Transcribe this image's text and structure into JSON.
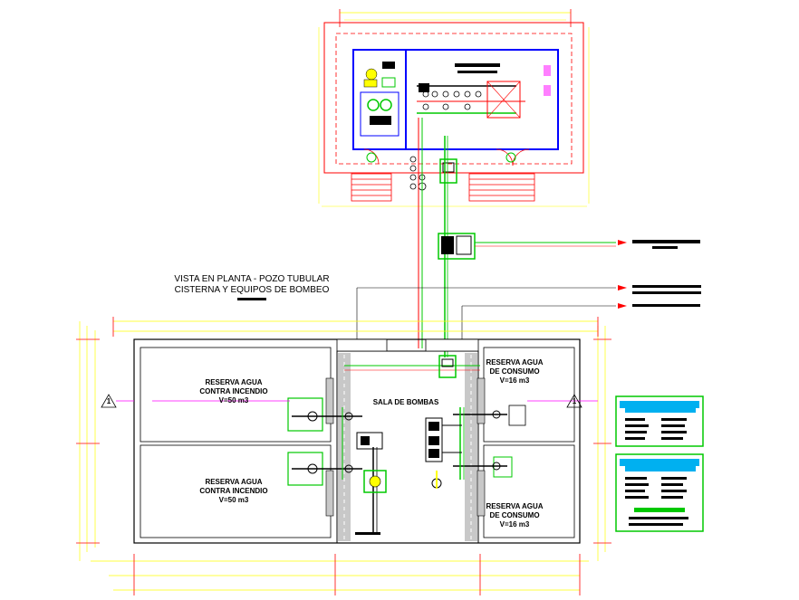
{
  "plan_title_line1": "VISTA EN PLANTA - POZO TUBULAR",
  "plan_title_line2": "CISTERNA Y EQUIPOS DE BOMBEO",
  "rooms": {
    "fire_reserve_top": [
      "RESERVA AGUA",
      "CONTRA INCENDIO",
      "V=50 m3"
    ],
    "fire_reserve_bottom": [
      "RESERVA AGUA",
      "CONTRA INCENDIO",
      "V=50 m3"
    ],
    "pump_room": "SALA DE BOMBAS",
    "consumption_top": [
      "RESERVA AGUA",
      "DE CONSUMO",
      "V=16 m3"
    ],
    "consumption_bottom": [
      "RESERVA AGUA",
      "DE CONSUMO",
      "V=16 m3"
    ]
  },
  "section_marks": {
    "left": "1",
    "right": "1"
  },
  "colors": {
    "wall_red": "#ff0000",
    "dim_yellow": "#ffff00",
    "pipe_green": "#00c800",
    "equipment_blue": "#0000ff",
    "section_magenta": "#ff00ff",
    "legend_cyan": "#00b0f0"
  }
}
